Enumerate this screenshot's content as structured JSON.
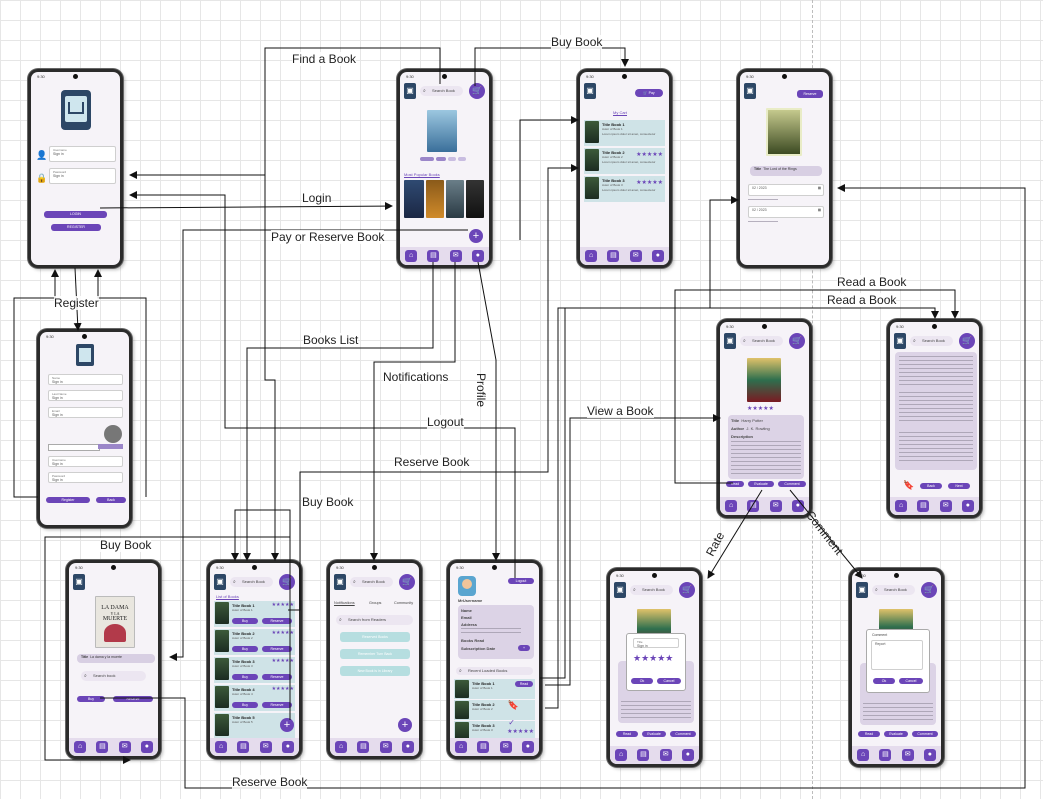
{
  "flow_labels": {
    "find_book": "Find a Book",
    "buy_book_top": "Buy Book",
    "login": "Login",
    "pay_or_reserve": "Pay or Reserve Book",
    "register": "Register",
    "books_list": "Books List",
    "notifications": "Notifications",
    "profile": "Profile",
    "logout": "Logout",
    "reserve_book_mid": "Reserve Book",
    "buy_book_mid": "Buy Book",
    "buy_book_left": "Buy Book",
    "view_book": "View a Book",
    "read_book_1": "Read a Book",
    "read_book_2": "Read a Book",
    "rate": "Rate",
    "comment": "Comment",
    "reserve_book_bottom": "Reserve Book"
  },
  "common": {
    "status_time": "9:30",
    "status_icons": "▾◢▮",
    "search_placeholder": "Search Book",
    "search_by_book_placeholder": "Search By Book",
    "search_book_alt": "Search book"
  },
  "login_screen": {
    "user_label": "Username",
    "user_value": "Sign in",
    "pass_label": "Password",
    "pass_value": "Sign in",
    "login_btn": "LOGIN",
    "register_btn": "REGISTER"
  },
  "register_screen": {
    "f1_label": "Name",
    "f1_value": "Sign in",
    "f2_label": "Last Name",
    "f2_value": "Sign in",
    "f3_label": "Email",
    "f3_value": "Sign in",
    "f4_label": "Username",
    "f4_value": "Sign in",
    "f5_label": "Password",
    "f5_value": "Sign in",
    "register_btn": "Register",
    "back_btn": "Back"
  },
  "home_screen": {
    "section_title": "Most Popular Books"
  },
  "cart_screen": {
    "title": "My Cart",
    "pay_btn": "Pay",
    "items": [
      {
        "title": "Title Book 1",
        "author": "Autor of Book 1",
        "desc": "Lorem ipsum dolor sit amet, consectetur"
      },
      {
        "title": "Title Book 2",
        "author": "Autor of Book 2",
        "desc": "Lorem ipsum dolor sit amet, consectetur"
      },
      {
        "title": "Title Book 3",
        "author": "Autor of Book 3",
        "desc": "Lorem ipsum dolor sit amet, consectetur"
      }
    ]
  },
  "reserve_screen": {
    "top_btn": "Reserve",
    "title_label": "Title",
    "title_value": "The Lord of the Rings",
    "date_from": "02 / 2023",
    "date_to": "02 / 2023"
  },
  "view_book_screen": {
    "title_label": "Title",
    "title_value": "Harry Potter",
    "author_label": "Author",
    "author_value": "J. K. Rowling",
    "desc_label": "Description",
    "btn_read": "Read",
    "btn_evaluate": "Evaluate",
    "btn_comment": "Comment"
  },
  "read_screen": {
    "btn_back": "Back",
    "btn_next": "Next"
  },
  "buy_screen": {
    "cover_line1": "LA DAMA",
    "cover_line2": "Y LA",
    "cover_line3": "MUERTE",
    "title_label": "Title",
    "title_value": "La dama y la muerte",
    "btn_buy": "Buy",
    "btn_reserve": "Reserve"
  },
  "books_list_screen": {
    "header": "List of Books",
    "btn_buy": "Buy",
    "btn_reserve": "Reserve",
    "items": [
      {
        "title": "Title Book 1",
        "author": "Autor of Book 1"
      },
      {
        "title": "Title Book 2",
        "author": "Autor of Book 2"
      },
      {
        "title": "Title Book 3",
        "author": "Autor of Book 3"
      },
      {
        "title": "Title Book 4",
        "author": "Autor of Book 4"
      },
      {
        "title": "Title Book 5",
        "author": "Autor of Book 5"
      }
    ]
  },
  "notifications_screen": {
    "tab1": "Notifications",
    "tab2": "Groups",
    "tab3": "Community",
    "search": "Search from Readers",
    "items": [
      "Reserved Books",
      "Remember Turn Back",
      "New Book is in Library"
    ]
  },
  "profile_screen": {
    "logout_btn": "Logout",
    "username": "MrUsername",
    "name_label": "Name",
    "email_label": "Email",
    "address_label": "Address",
    "books_read_label": "Books Read",
    "subscription_label": "Subscription Date",
    "reading_header": "Recent Loaded Books",
    "read_btn": "Read",
    "items": [
      {
        "title": "Title Book 1",
        "author": "Autor of Book 1"
      },
      {
        "title": "Title Book 2",
        "author": "Autor of Book 2"
      },
      {
        "title": "Title Book 3",
        "author": "Autor of Book 3"
      }
    ],
    "add_label": "Add",
    "edit_date": "Edit Date"
  },
  "rate_screen": {
    "dialog_label": "Title",
    "dialog_value": "Sign in",
    "btn_ok": "Ok",
    "btn_cancel": "Cancel",
    "btn_read": "Read",
    "btn_evaluate": "Evaluate",
    "btn_comment": "Comment"
  },
  "comment_screen": {
    "dialog_label": "Comment",
    "dialog_value": "Report",
    "btn_ok": "Ok",
    "btn_cancel": "Cancel",
    "btn_read": "Read",
    "btn_evaluate": "Evaluate",
    "btn_comment": "Comment"
  },
  "colors": {
    "accent": "#6b45b8",
    "panel": "#dcd3e6",
    "row": "#cfe3e7",
    "frame": "#2b2b2b"
  },
  "nav_icons": [
    "home-icon",
    "books-icon",
    "mail-icon",
    "profile-icon"
  ]
}
